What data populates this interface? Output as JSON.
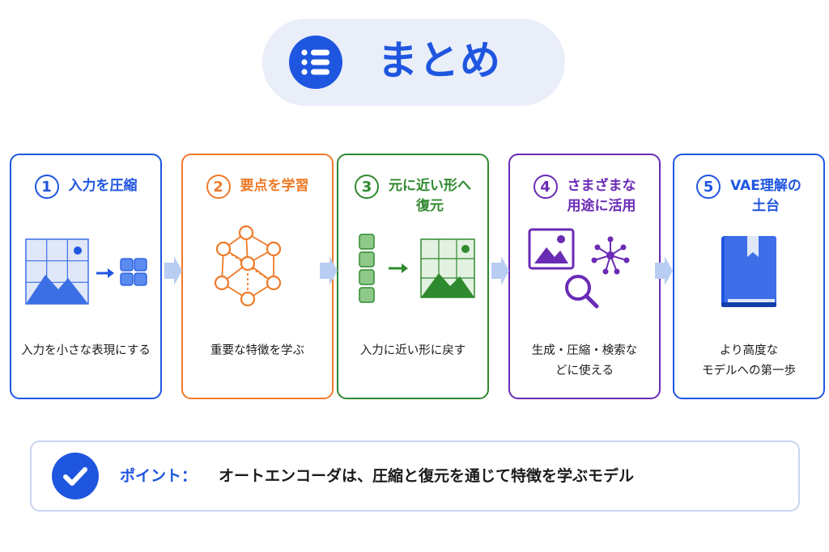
{
  "header": {
    "title": "まとめ",
    "icon": "list-icon"
  },
  "colors": {
    "blue": "#1f56e0",
    "orange": "#f07a28",
    "green": "#2f8a2f",
    "purple": "#6a2bb5",
    "light_blue": "#b9cdf3"
  },
  "steps": [
    {
      "number": "1",
      "title_lines": [
        "入力を圧縮"
      ],
      "desc_lines": [
        "入力を小さな表現にする"
      ],
      "icon": "image-to-compressed-grid-icon"
    },
    {
      "number": "2",
      "title_lines": [
        "要点を学習"
      ],
      "desc_lines": [
        "重要な特徴を学ぶ"
      ],
      "icon": "neural-network-icon"
    },
    {
      "number": "3",
      "title_lines": [
        "元に近い形へ",
        "復元"
      ],
      "desc_lines": [
        "入力に近い形に戻す"
      ],
      "icon": "vector-to-image-icon"
    },
    {
      "number": "4",
      "title_lines": [
        "さまざまな",
        "用途に活用"
      ],
      "desc_lines": [
        "生成・圧縮・検索な",
        "どに使える"
      ],
      "icon": "applications-icon"
    },
    {
      "number": "5",
      "title_lines": [
        "VAE理解の",
        "土台"
      ],
      "desc_lines": [
        "より高度な",
        "モデルへの第一歩"
      ],
      "icon": "book-icon"
    }
  ],
  "point": {
    "label": "ポイント：",
    "text": "オートエンコーダは、圧縮と復元を通じて特徴を学ぶモデル",
    "icon": "check-icon"
  }
}
